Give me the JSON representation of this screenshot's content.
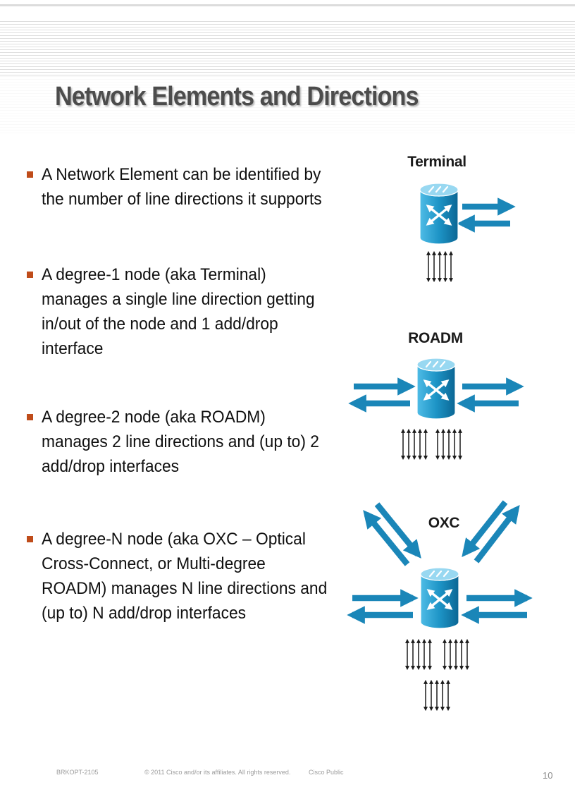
{
  "slide": {
    "title": "Network Elements and Directions",
    "bullets": [
      "A Network Element can be identified by the number of line directions it supports",
      "A degree-1 node (aka Terminal) manages a single line direction getting in/out of the node and 1 add/drop interface",
      "A degree-2 node (aka ROADM) manages 2 line directions and (up to) 2 add/drop interfaces",
      "A degree-N node (aka OXC – Optical Cross-Connect, or Multi-degree ROADM) manages N line directions and (up to) N add/drop interfaces"
    ],
    "diagrams": [
      {
        "label": "Terminal"
      },
      {
        "label": "ROADM"
      },
      {
        "label": "OXC"
      }
    ],
    "footer": {
      "session_id": "BRKOPT-2105",
      "copyright": "© 2011 Cisco and/or its affiliates. All rights reserved.",
      "classification": "Cisco Public",
      "page_number": "10"
    },
    "colors": {
      "arrow": "#1a86b8",
      "bullet_marker": "#bf4c1a",
      "title_text": "#4c4c4c",
      "node_body": "#1d94c6",
      "node_top": "#98d8f1"
    }
  }
}
